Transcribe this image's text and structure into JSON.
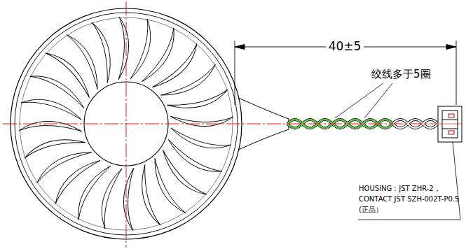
{
  "diagram": {
    "labels": [
      "40±5",
      "绞线多于5圈",
      "HOUSING：JST ZHR-2，",
      "CONTACT JST SZH-002T-P0.5",
      "(正品）"
    ]
  }
}
